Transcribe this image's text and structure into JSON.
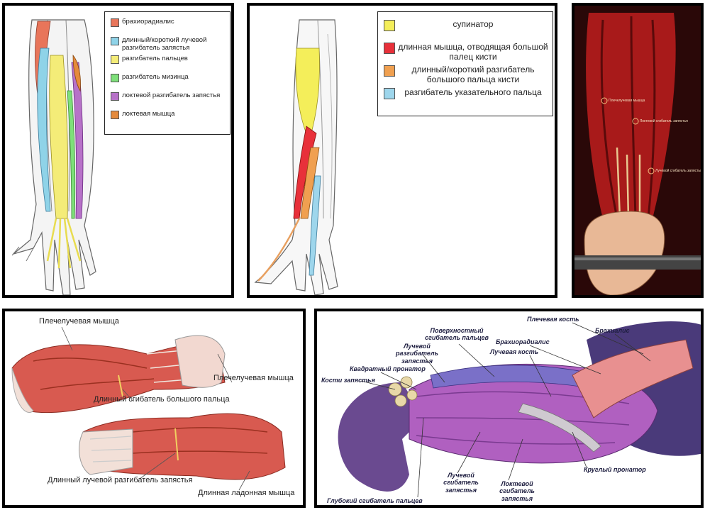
{
  "panels": {
    "top_left": {
      "legend": [
        {
          "label": "брахиорадиалис",
          "color": "#e8755a"
        },
        {
          "label": "длинный/короткий лучевой разгибатель запястья",
          "color": "#8fd3e8"
        },
        {
          "label": "разгибатель пальцев",
          "color": "#f4ec78"
        },
        {
          "label": "разгибатель мизинца",
          "color": "#7ee07a"
        },
        {
          "label": "локтевой разгибатель запястья",
          "color": "#b772c8"
        },
        {
          "label": "локтевая мышца",
          "color": "#e58a3c"
        }
      ]
    },
    "top_middle": {
      "legend": [
        {
          "label": "супинатор",
          "color": "#f4ee5a"
        },
        {
          "label": "длинная мышца, отводящая большой палец кисти",
          "color": "#e8303a"
        },
        {
          "label": "длинный/короткий разгибатель большого пальца кисти",
          "color": "#f0a050"
        },
        {
          "label": "разгибатель указательного пальца",
          "color": "#9ed6ec"
        }
      ]
    },
    "top_right": {
      "labels": [
        "Плечелучевая мышца",
        "Локтевой сгибатель запястья",
        "Лучевой сгибатель запястья"
      ]
    },
    "bottom_left": {
      "labels": [
        "Плечелучевая мышца",
        "Плечелучевая мышца",
        "Длинный сгибатель большого пальца",
        "Длинный лучевой разгибатель запястья",
        "Длинная ладонная мышца"
      ]
    },
    "bottom_right": {
      "labels": [
        "Плечевая кость",
        "Брахиалис",
        "Поверхностный сгибатель пальцев",
        "Брахиорадиалис",
        "Лучевой разгибатель запястья",
        "Лучевая кость",
        "Квадратный пронатор",
        "Кости запястья",
        "Круглый пронатор",
        "Лучевой сгибатель запястья",
        "Локтевой сгибатель запястья",
        "Глубокий сгибатель пальцев"
      ]
    }
  }
}
